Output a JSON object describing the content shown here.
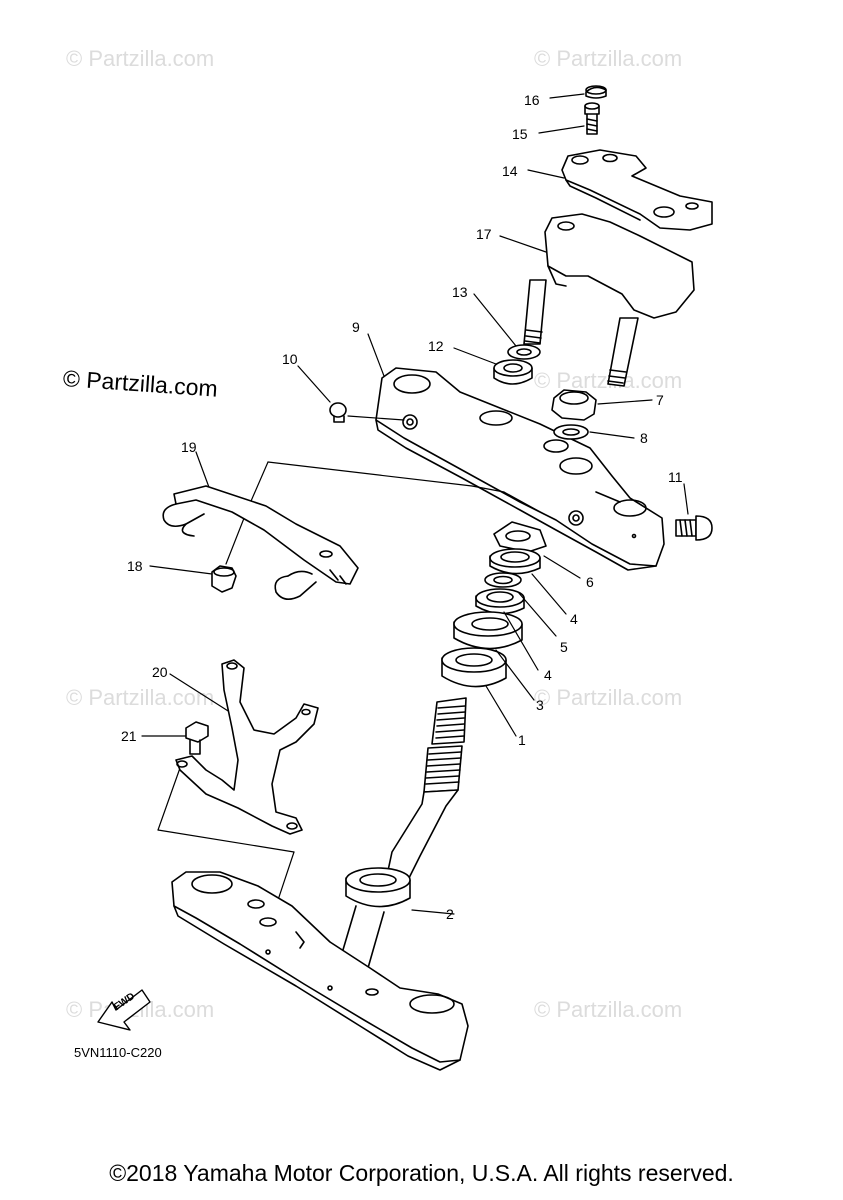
{
  "watermarks": {
    "faint": "© Partzilla.com",
    "main": "© Partzilla.com"
  },
  "callouts": {
    "c1": "1",
    "c2": "2",
    "c3": "3",
    "c4a": "4",
    "c4b": "4",
    "c5": "5",
    "c6": "6",
    "c7": "7",
    "c8": "8",
    "c9": "9",
    "c10": "10",
    "c11": "11",
    "c12": "12",
    "c13": "13",
    "c14": "14",
    "c15": "15",
    "c16": "16",
    "c17": "17",
    "c18": "18",
    "c19": "19",
    "c20": "20",
    "c21": "21"
  },
  "fwd_label": "FWD",
  "diagram_code": "5VN1110-C220",
  "copyright": "©2018 Yamaha Motor Corporation, U.S.A. All rights reserved."
}
